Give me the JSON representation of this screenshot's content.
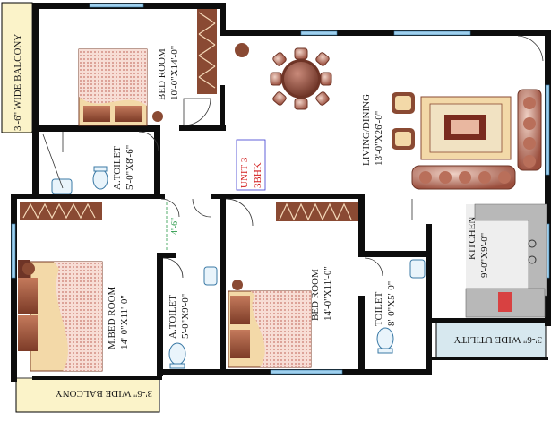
{
  "unit": {
    "name": "UNIT-3",
    "type": "3BHK"
  },
  "rooms": {
    "bedroom_top": {
      "name": "BED ROOM",
      "size": "10'-0\"X14'-0\""
    },
    "living_dining": {
      "name": "LIVING/DINING",
      "size": "13'-0\"X26'-0\""
    },
    "toilet_top": {
      "name": "A.TOILET",
      "size": "5'-0\"X8'-6\""
    },
    "master_bedroom": {
      "name": "M.BED ROOM",
      "size": "14'-0\"X11'-0\""
    },
    "toilet_mid": {
      "name": "A.TOILET",
      "size": "5'-0\"X9'-0\""
    },
    "bedroom_mid": {
      "name": "BED ROOM",
      "size": "14'-0\"X11'-0\""
    },
    "toilet_right": {
      "name": "TOILET",
      "size": "8'-0\"X5'-0\""
    },
    "kitchen": {
      "name": "KITCHEN",
      "size": "9'-0\"X9'-0\""
    }
  },
  "balconies": {
    "top_left": "3'-6\" WIDE BALCONY",
    "bottom": "3'-6\" WIDE BALCONY",
    "utility": "3'-6\" WIDE UTILITY"
  },
  "passage": "4'-6\"",
  "colors": {
    "wall": "#0d0d0d",
    "wood": "#8a4a33",
    "bed_sheet": "#f3d9a8",
    "dotted_pink": "#e8a9a0",
    "balcony": "#fbf3c9",
    "utility": "#d7e8ef",
    "window": "#7fb4d9",
    "unit_text": "#d21d1d",
    "floor_grey": "#e6e6e6"
  }
}
